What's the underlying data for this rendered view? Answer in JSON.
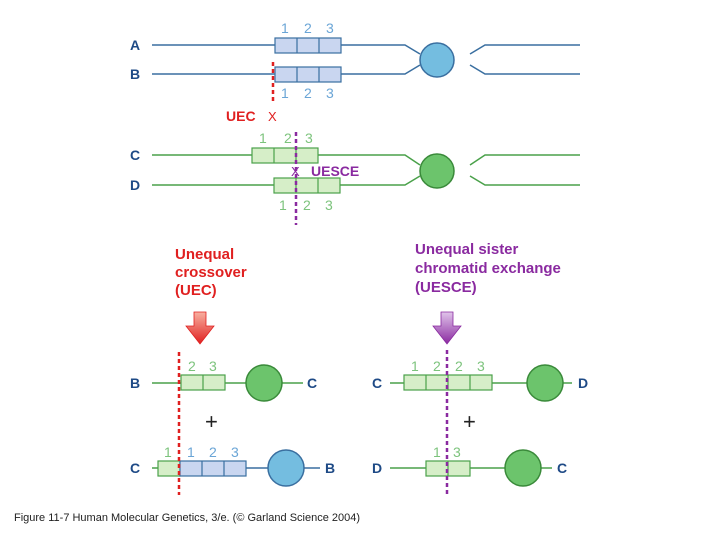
{
  "colors": {
    "blue_line": "#3a6fa0",
    "blue_fill": "#c9d6f0",
    "blue_centromere": "#74bde0",
    "green_line": "#4aa14a",
    "green_fill": "#d6eec8",
    "green_centromere": "#6cc46c",
    "number_blue": "#6aa5d6",
    "number_green": "#7cc37c",
    "red": "#e02020",
    "purple": "#8a2aa0",
    "label_navy": "#1e4a86"
  },
  "top_panel": {
    "chromosomes": [
      {
        "label": "A",
        "numbers": [
          "1",
          "2",
          "3"
        ]
      },
      {
        "label": "B",
        "numbers": [
          "1",
          "2",
          "3"
        ]
      },
      {
        "label": "C",
        "numbers": [
          "1",
          "2",
          "3"
        ]
      },
      {
        "label": "D",
        "numbers": [
          "1",
          "2",
          "3"
        ]
      }
    ],
    "uec_label": "UEC",
    "uesce_label": "UESCE",
    "cross_mark": "X"
  },
  "middle": {
    "uec_title": [
      "Unequal",
      "crossover",
      "(UEC)"
    ],
    "uesce_title": [
      "Unequal sister",
      "chromatid exchange",
      "(UESCE)"
    ]
  },
  "bottom_left": {
    "top_row": {
      "left_label": "B",
      "right_label": "C",
      "numbers": [
        "2",
        "3"
      ]
    },
    "plus": "+",
    "bottom_row": {
      "left_label": "C",
      "right_label": "B",
      "numbers": [
        "1",
        "1",
        "2",
        "3"
      ]
    }
  },
  "bottom_right": {
    "top_row": {
      "left_label": "C",
      "right_label": "D",
      "numbers": [
        "1",
        "2",
        "2",
        "3"
      ]
    },
    "plus": "+",
    "bottom_row": {
      "left_label": "D",
      "right_label": "C",
      "numbers": [
        "1",
        "3"
      ]
    }
  },
  "caption": "Figure 11-7 Human Molecular Genetics, 3/e. (© Garland Science 2004)"
}
